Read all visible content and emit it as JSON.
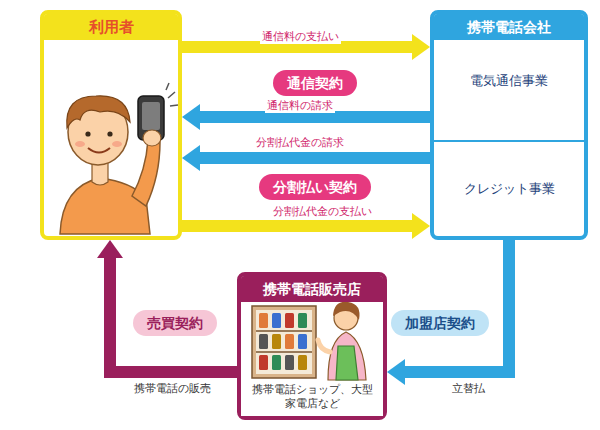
{
  "diagram": {
    "nodes": [
      {
        "text": [
          "利用者"
        ]
      },
      {
        "text": [
          "携帯電話会社"
        ]
      },
      {
        "text": [
          "電気通信事業"
        ],
        "in": 1
      },
      {
        "text": [
          "クレジット事業"
        ],
        "in": 1
      },
      {
        "text": [
          "通信契約"
        ]
      },
      {
        "text": [
          "分割払い契約"
        ]
      },
      {
        "text": [
          "携帯電話販売店",
          "携帯電話ショップ、大型家電店など"
        ]
      },
      {
        "text": [
          "売買契約"
        ]
      },
      {
        "text": [
          "加盟店契約"
        ]
      }
    ],
    "edges": [
      {
        "from": 0,
        "to": 2,
        "label": "通信料の支払い",
        "arrow": "to"
      },
      {
        "from": 2,
        "to": 0,
        "label": "通信料の請求",
        "arrow": "to"
      },
      {
        "from": 3,
        "to": 0,
        "label": "分割払代金の請求",
        "arrow": "to"
      },
      {
        "from": 0,
        "to": 3,
        "label": "分割払代金の支払い",
        "arrow": "to"
      },
      {
        "from": 3,
        "to": 6,
        "label": "立替払",
        "arrow": "to"
      },
      {
        "from": 6,
        "to": 0,
        "label": "携帯電話の販売",
        "arrow": "to"
      }
    ]
  }
}
